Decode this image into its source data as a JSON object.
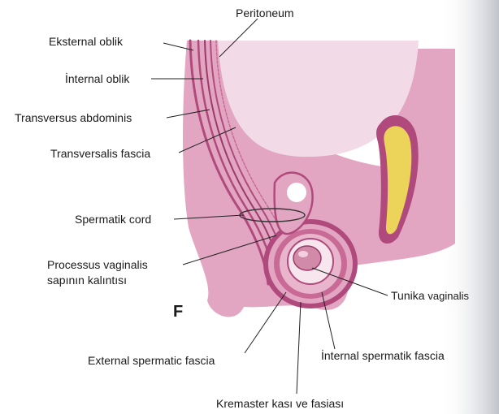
{
  "figure": {
    "panel_letter": "F",
    "labels": {
      "peritoneum": "Peritoneum",
      "external_oblique": "Eksternal oblik",
      "internal_oblique": "İnternal oblik",
      "transversus_abdominis": "Transversus abdominis",
      "transversalis_fascia": "Transversalis fascia",
      "spermatic_cord": "Spermatik cord",
      "processus_line1": "Processus vaginalis",
      "processus_line2": "sapının kalıntısı",
      "tunica_vaginalis_a": "Tunika ",
      "tunica_vaginalis_b": "vaginalis",
      "external_spermatic_fascia": "External spermatic fascia",
      "internal_spermatic_fascia": "İnternal spermatik fascia",
      "cremaster": "Kremaster kası ve fasiası"
    },
    "colors": {
      "skin": "#e2a6c2",
      "skin_light": "#f2dbe6",
      "cavity": "#f7e6ee",
      "layer_dark": "#b04a7c",
      "testis": "#d18aa8",
      "kidney_yellow": "#ecd35a",
      "leader": "#222222"
    }
  }
}
